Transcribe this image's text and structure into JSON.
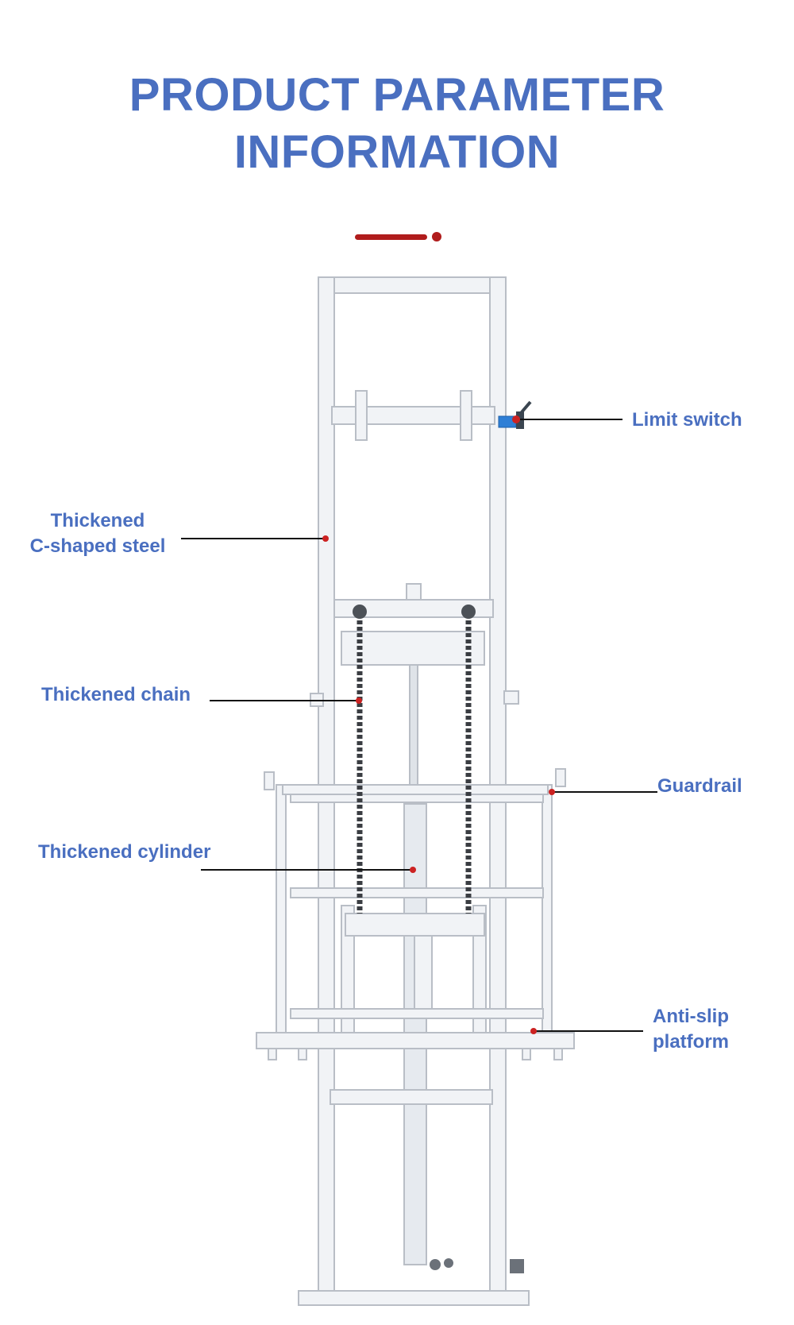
{
  "title": {
    "line1": "PRODUCT PARAMETER",
    "line2": "INFORMATION"
  },
  "colors": {
    "title": "#4a6fc0",
    "accent": "#b01c1c",
    "frame": "#f1f3f6",
    "frame_stroke": "#b9bec6",
    "leader": "#111111"
  },
  "callouts": {
    "limit_switch": "Limit switch",
    "c_steel_line1": "Thickened",
    "c_steel_line2": "C-shaped steel",
    "chain": "Thickened chain",
    "guardrail": "Guardrail",
    "cylinder": "Thickened cylinder",
    "platform_line1": "Anti-slip",
    "platform_line2": "platform"
  }
}
